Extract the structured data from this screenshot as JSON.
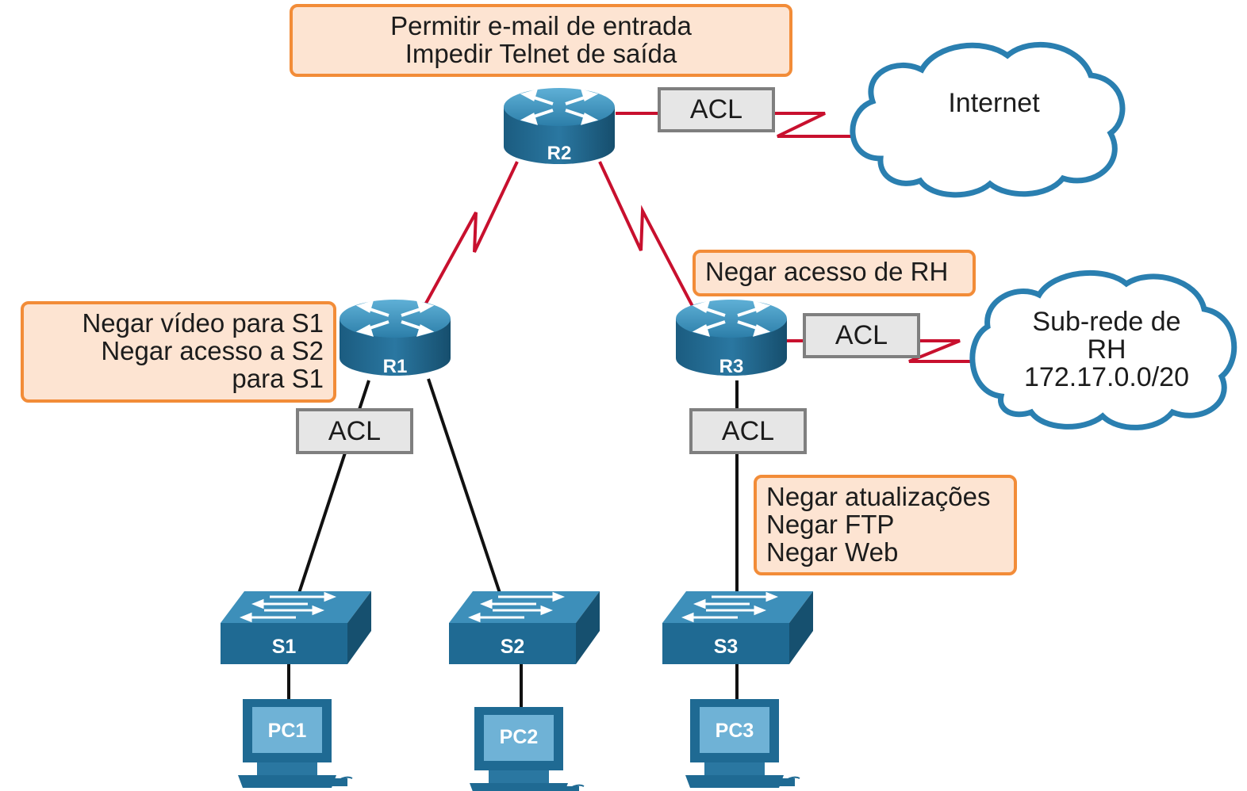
{
  "notes": {
    "r2": [
      "Permitir e-mail de entrada",
      "Impedir Telnet de saída"
    ],
    "r1": [
      "Negar vídeo para S1",
      "Negar acesso a S2",
      "para S1"
    ],
    "r3": [
      "Negar acesso de RH"
    ],
    "s3": [
      "Negar atualizações",
      "Negar FTP",
      "Negar Web"
    ]
  },
  "acl_label": "ACL",
  "clouds": {
    "internet": "Internet",
    "hr": [
      "Sub-rede de",
      "RH",
      "172.17.0.0/20"
    ]
  },
  "routers": {
    "r1": "R1",
    "r2": "R2",
    "r3": "R3"
  },
  "switches": {
    "s1": "S1",
    "s2": "S2",
    "s3": "S3"
  },
  "pcs": {
    "pc1": "PC1",
    "pc2": "PC2",
    "pc3": "PC3"
  },
  "colors": {
    "serial_link": "#c8102e",
    "ethernet_link": "#111111",
    "device_blue": "#1f6a93",
    "device_top": "#3f95c0",
    "note_fill": "#fde4d2",
    "note_border": "#f28c38",
    "acl_fill": "#e6e6e6",
    "acl_border": "#7f7f7f",
    "cloud_stroke": "#2a7fb0"
  }
}
